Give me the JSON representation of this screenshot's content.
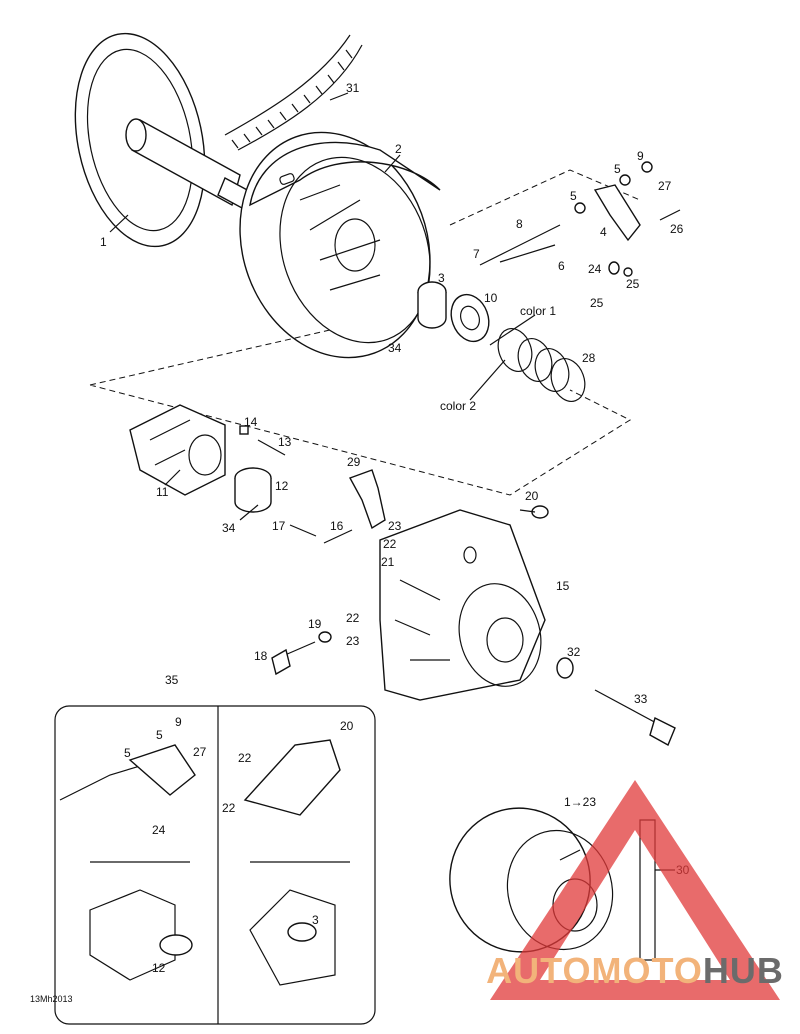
{
  "callouts": {
    "c1": "1",
    "c2": "2",
    "c3": "3",
    "c3b": "3",
    "c4": "4",
    "c5a": "5",
    "c5b": "5",
    "c5c": "5",
    "c5d": "5",
    "c6": "6",
    "c7": "7",
    "c8": "8",
    "c9": "9",
    "c9b": "9",
    "c10": "10",
    "c11": "11",
    "c12": "12",
    "c12b": "12",
    "c13": "13",
    "c14": "14",
    "c15": "15",
    "c16": "16",
    "c17": "17",
    "c18": "18",
    "c19": "19",
    "c20": "20",
    "c20b": "20",
    "c21": "21",
    "c22a": "22",
    "c22b": "22",
    "c22c": "22",
    "c22d": "22",
    "c23a": "23",
    "c23b": "23",
    "c24": "24",
    "c24b": "24",
    "c25a": "25",
    "c25b": "25",
    "c26": "26",
    "c27": "27",
    "c27b": "27",
    "c28": "28",
    "c29": "29",
    "c30": "30",
    "c31": "31",
    "c32": "32",
    "c33": "33",
    "c34a": "34",
    "c34b": "34",
    "c35": "35",
    "c1to23": "1→23"
  },
  "color_labels": {
    "color1": "color 1",
    "color2": "color 2"
  },
  "drawing_code": "13Mh2013",
  "watermark": {
    "auto": "AUTO",
    "moto": "MOTO",
    "hub": "HUB",
    "triangle_color": "#e03a3a",
    "text_color_light": "#f2b37a",
    "text_color_dark": "#6b6b6b"
  }
}
